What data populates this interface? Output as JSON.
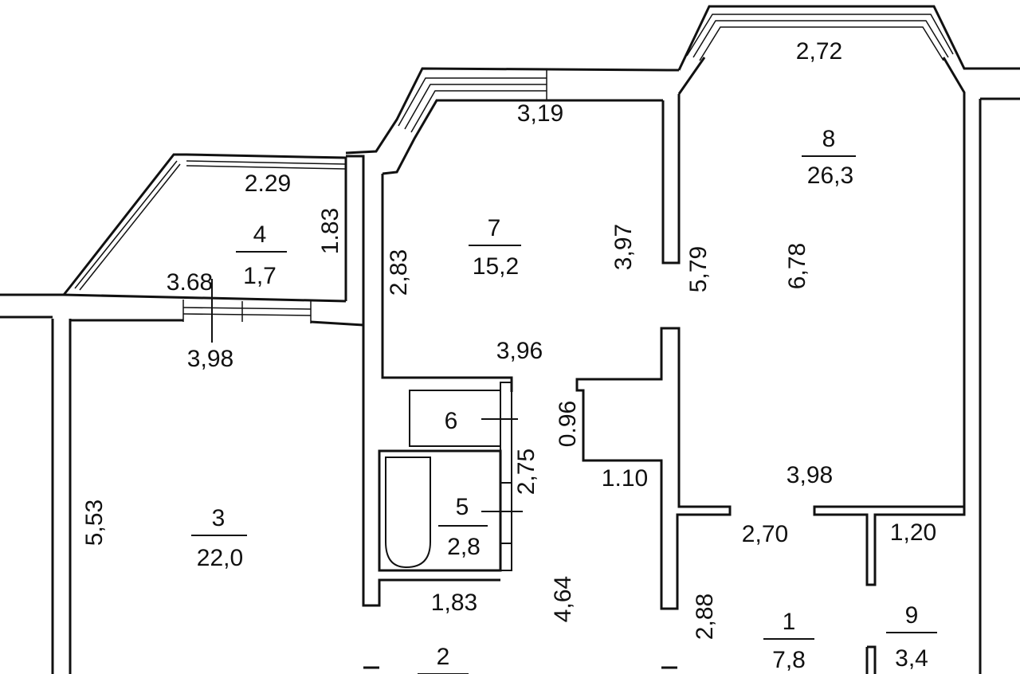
{
  "rooms": [
    {
      "number": "1",
      "area": "7,8"
    },
    {
      "number": "2",
      "area": ""
    },
    {
      "number": "3",
      "area": "22,0"
    },
    {
      "number": "4",
      "area": "1,7"
    },
    {
      "number": "5",
      "area": "2,8"
    },
    {
      "number": "6",
      "area": ""
    },
    {
      "number": "7",
      "area": "15,2"
    },
    {
      "number": "8",
      "area": "26,3"
    },
    {
      "number": "9",
      "area": "3,4"
    }
  ],
  "dimensions": {
    "d_2_72": "2,72",
    "d_3_19": "3,19",
    "d_2_29": "2.29",
    "d_1_83_balcony": "1.83",
    "d_3_68": "3.68",
    "d_3_98_room3": "3,98",
    "d_2_83": "2,83",
    "d_3_97": "3,97",
    "d_5_79": "5,79",
    "d_6_78": "6,78",
    "d_3_96": "3,96",
    "d_0_96": "0.96",
    "d_2_75": "2,75",
    "d_1_10": "1.10",
    "d_3_98_room8": "3,98",
    "d_5_53": "5,53",
    "d_2_70": "2,70",
    "d_1_20": "1,20",
    "d_1_83_corridor": "1,83",
    "d_4_64": "4,64",
    "d_2_88": "2,88"
  }
}
